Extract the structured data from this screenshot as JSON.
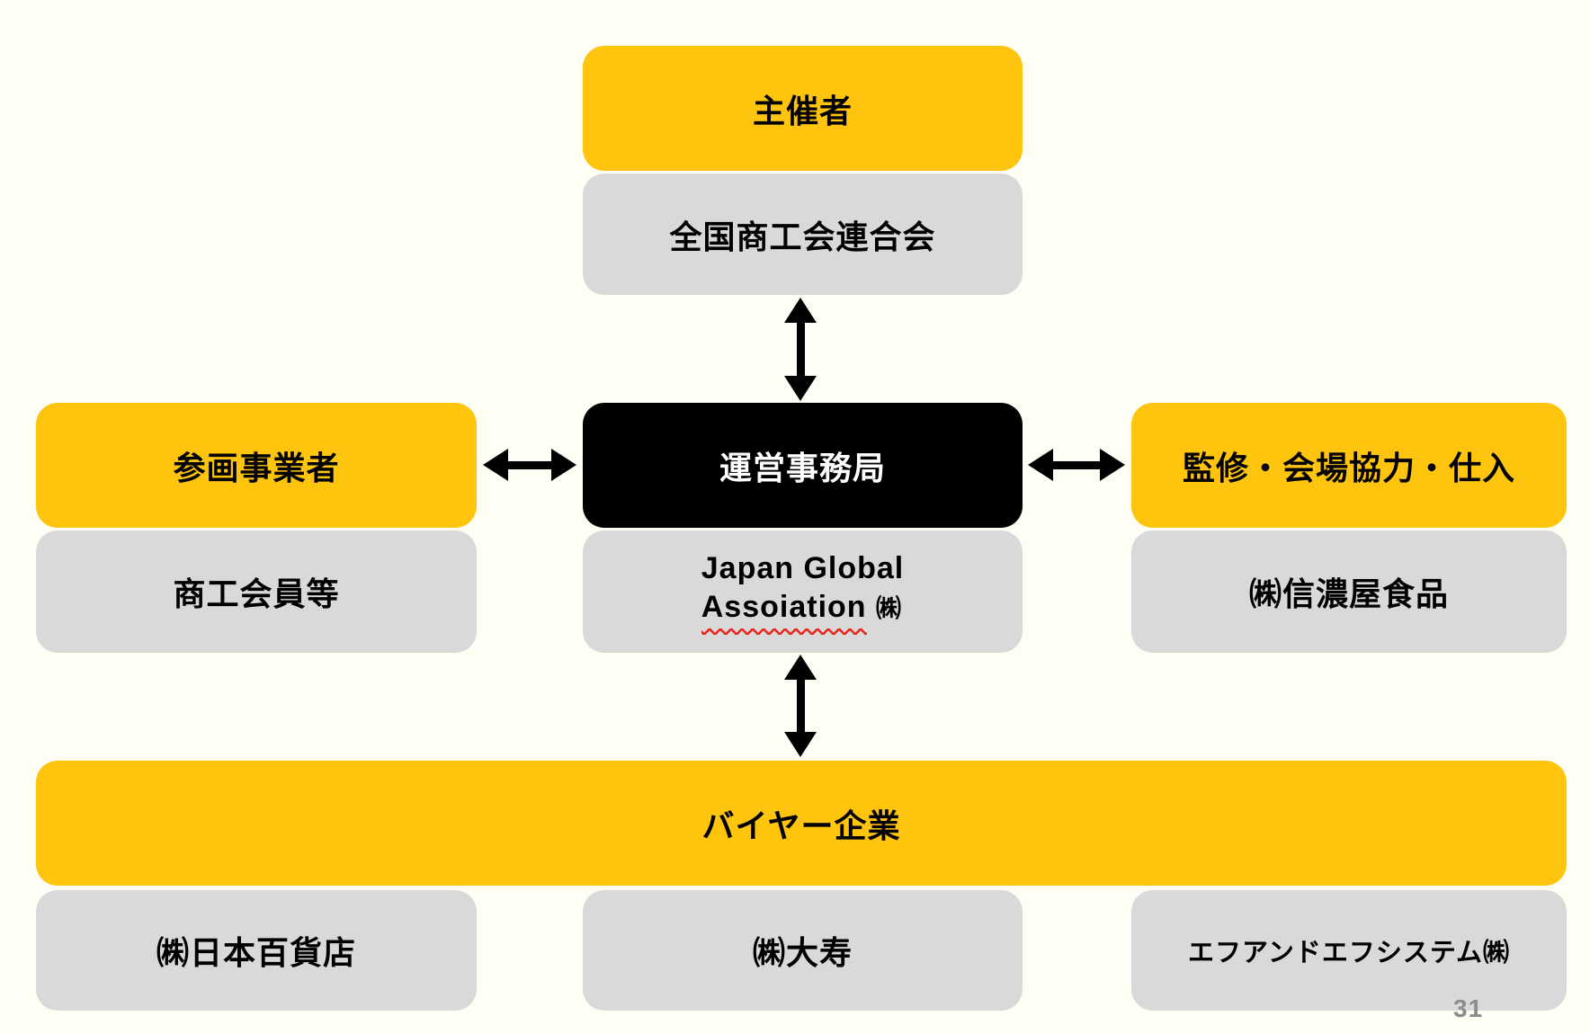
{
  "colors": {
    "background": "#FFFEF4",
    "accent_yellow": "#FFC40D",
    "box_gray": "#D9D9D9",
    "box_black": "#000000",
    "squiggle_red": "#E8281E",
    "page_number_gray": "#8C8C8C"
  },
  "diagram": {
    "organizer": {
      "role": "主催者",
      "entity": "全国商工会連合会"
    },
    "participants": {
      "role": "参画事業者",
      "entity": "商工会員等"
    },
    "office": {
      "role": "運営事務局",
      "entity_line1": "Japan Global",
      "entity_line2_word": "Assoiation",
      "entity_line2_suffix": "㈱"
    },
    "supervision": {
      "role": "監修・会場協力・仕入",
      "entity": "㈱信濃屋食品"
    },
    "buyers": {
      "role": "バイヤー企業",
      "entities": [
        "㈱日本百貨店",
        "㈱大寿",
        "エフアンドエフシステム㈱"
      ]
    }
  },
  "page": {
    "number": "31"
  }
}
